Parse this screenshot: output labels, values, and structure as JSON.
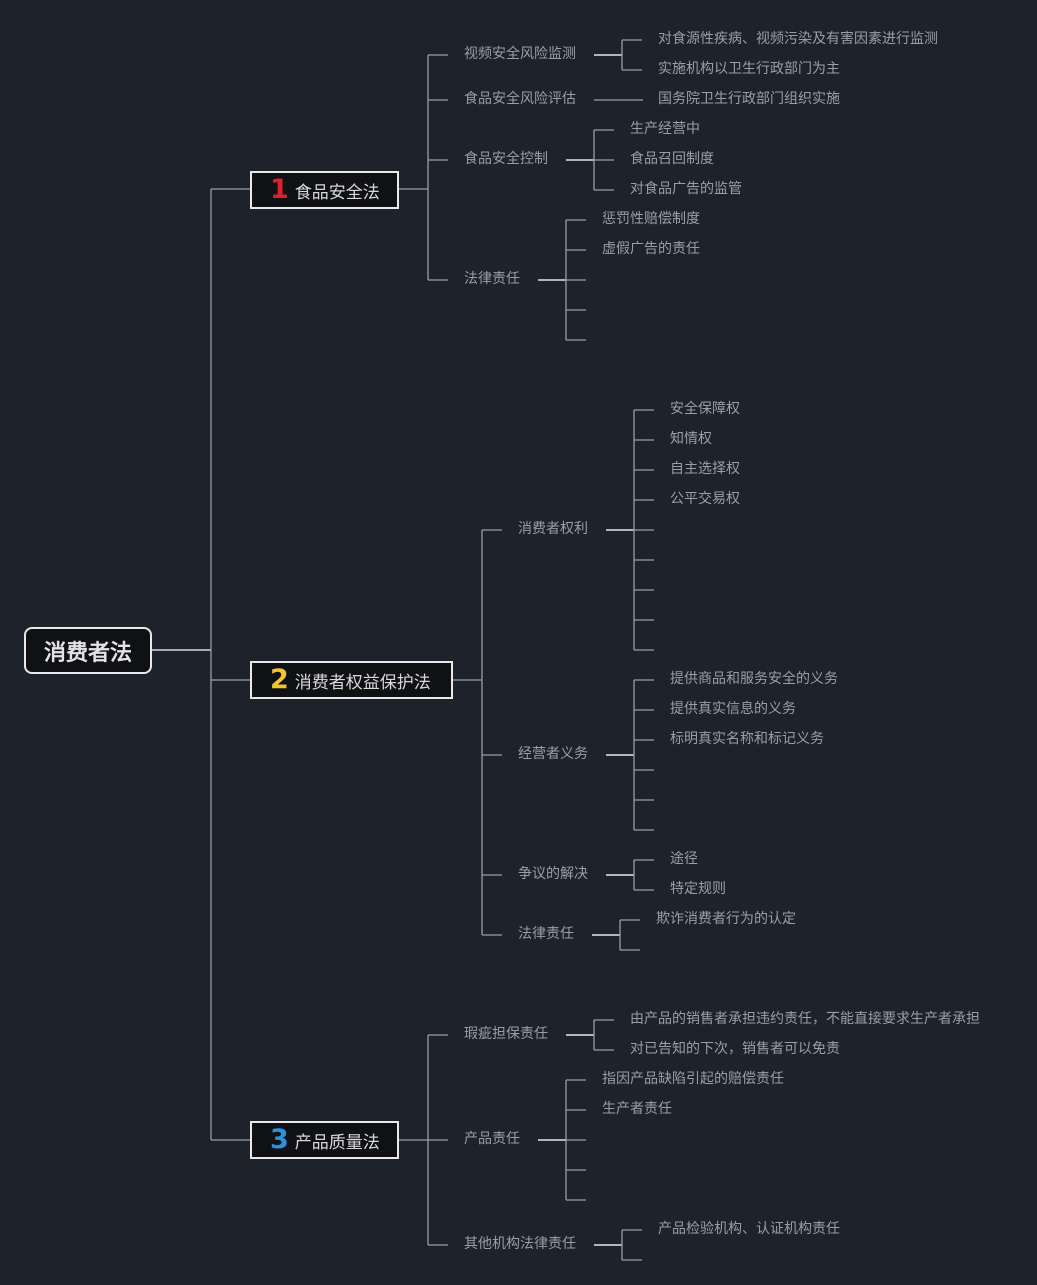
{
  "root": "消费者法",
  "sections": [
    {
      "number": "1",
      "number_color": "#e0202c",
      "title": "食品安全法",
      "children": [
        {
          "label": "视频安全风险监测",
          "leaves": [
            "对食源性疾病、视频污染及有害因素进行监测",
            "实施机构以卫生行政部门为主"
          ]
        },
        {
          "label": "食品安全风险评估",
          "leaves": [
            "国务院卫生行政部门组织实施"
          ]
        },
        {
          "label": "食品安全控制",
          "leaves": [
            "生产经营中",
            "食品召回制度",
            "对食品广告的监管"
          ]
        },
        {
          "label": "法律责任",
          "leaves": [
            "惩罚性赔偿制度",
            "虚假广告的责任",
            "",
            "",
            ""
          ]
        }
      ]
    },
    {
      "number": "2",
      "number_color": "#f2c530",
      "title": "消费者权益保护法",
      "children": [
        {
          "label": "消费者权利",
          "leaves": [
            "安全保障权",
            "知情权",
            "自主选择权",
            "公平交易权",
            "",
            "",
            "",
            "",
            ""
          ]
        },
        {
          "label": "经营者义务",
          "leaves": [
            "提供商品和服务安全的义务",
            "提供真实信息的义务",
            "标明真实名称和标记义务",
            "",
            "",
            ""
          ]
        },
        {
          "label": "争议的解决",
          "leaves": [
            "途径",
            "特定规则"
          ]
        },
        {
          "label": "法律责任",
          "leaves": [
            "欺诈消费者行为的认定",
            ""
          ]
        }
      ]
    },
    {
      "number": "3",
      "number_color": "#2a93e0",
      "title": "产品质量法",
      "children": [
        {
          "label": "瑕疵担保责任",
          "leaves": [
            "由产品的销售者承担违约责任，不能直接要求生产者承担",
            "对已告知的下次，销售者可以免责"
          ]
        },
        {
          "label": "产品责任",
          "leaves": [
            "指因产品缺陷引起的赔偿责任",
            "生产者责任",
            "",
            "",
            ""
          ]
        },
        {
          "label": "其他机构法律责任",
          "leaves": [
            "产品检验机构、认证机构责任",
            ""
          ]
        }
      ]
    }
  ]
}
